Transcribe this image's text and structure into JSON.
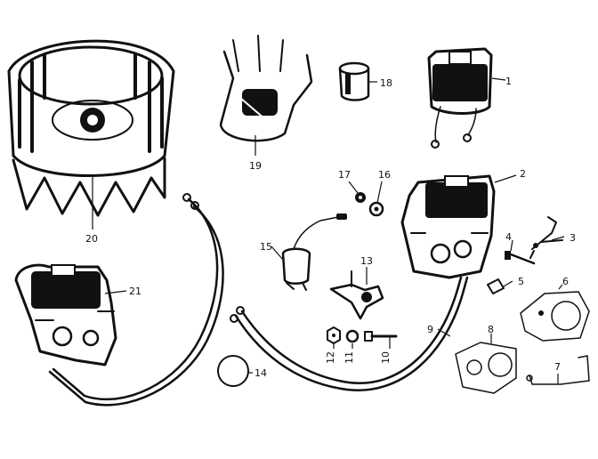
{
  "parts": [
    {
      "id": "part-1",
      "label": "1"
    },
    {
      "id": "part-2",
      "label": "2"
    },
    {
      "id": "part-3",
      "label": "3"
    },
    {
      "id": "part-4",
      "label": "4"
    },
    {
      "id": "part-5",
      "label": "5"
    },
    {
      "id": "part-6",
      "label": "6"
    },
    {
      "id": "part-7",
      "label": "7"
    },
    {
      "id": "part-8",
      "label": "8"
    },
    {
      "id": "part-9",
      "label": "9"
    },
    {
      "id": "part-10",
      "label": "10"
    },
    {
      "id": "part-11",
      "label": "11"
    },
    {
      "id": "part-12",
      "label": "12"
    },
    {
      "id": "part-13",
      "label": "13"
    },
    {
      "id": "part-14",
      "label": "14"
    },
    {
      "id": "part-15",
      "label": "15"
    },
    {
      "id": "part-16",
      "label": "16"
    },
    {
      "id": "part-17",
      "label": "17"
    },
    {
      "id": "part-18",
      "label": "18"
    },
    {
      "id": "part-19",
      "label": "19"
    },
    {
      "id": "part-20",
      "label": "20"
    },
    {
      "id": "part-21",
      "label": "21"
    }
  ]
}
